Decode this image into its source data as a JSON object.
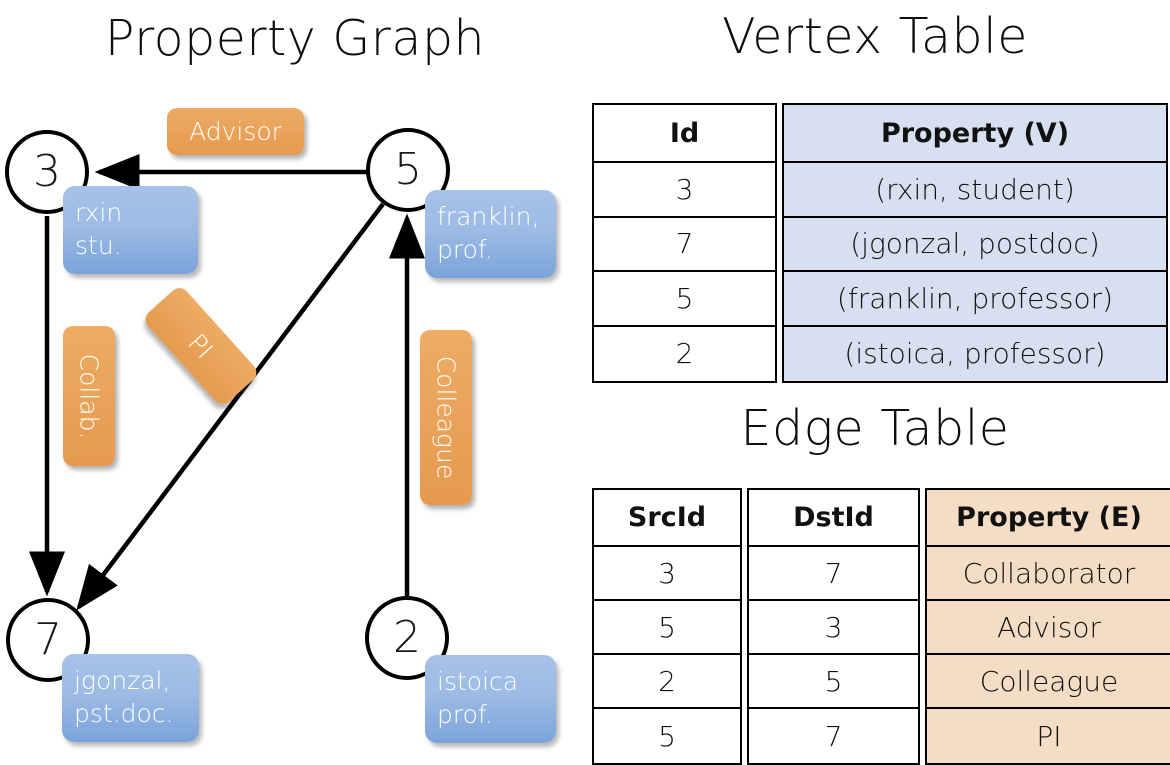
{
  "titles": {
    "property_graph": "Property Graph",
    "vertex_table": "Vertex Table",
    "edge_table": "Edge Table"
  },
  "graph": {
    "nodes": [
      {
        "id": "3",
        "label": "rxin\nstu."
      },
      {
        "id": "5",
        "label": "franklin,\nprof."
      },
      {
        "id": "7",
        "label": "jgonzal,\npst.doc."
      },
      {
        "id": "2",
        "label": "istoica\nprof."
      }
    ],
    "edge_labels": [
      {
        "name": "advisor",
        "text": "Advisor"
      },
      {
        "name": "collab",
        "text": "Collab."
      },
      {
        "name": "pi",
        "text": "PI"
      },
      {
        "name": "colleague",
        "text": "Colleague"
      }
    ],
    "colors": {
      "vertex_box": "#9dbbe4",
      "edge_box": "#e9a35a",
      "stroke": "#000000"
    }
  },
  "vertex_table": {
    "headers": [
      "Id",
      "Property (V)"
    ],
    "rows": [
      {
        "id": "3",
        "property": "(rxin, student)"
      },
      {
        "id": "7",
        "property": "(jgonzal, postdoc)"
      },
      {
        "id": "5",
        "property": "(franklin, professor)"
      },
      {
        "id": "2",
        "property": "(istoica, professor)"
      }
    ],
    "fill": "#d7e0f1"
  },
  "edge_table": {
    "headers": [
      "SrcId",
      "DstId",
      "Property (E)"
    ],
    "rows": [
      {
        "src": "3",
        "dst": "7",
        "property": "Collaborator"
      },
      {
        "src": "5",
        "dst": "3",
        "property": "Advisor"
      },
      {
        "src": "2",
        "dst": "5",
        "property": "Colleague"
      },
      {
        "src": "5",
        "dst": "7",
        "property": "PI"
      }
    ],
    "fill": "#f4ddc4"
  }
}
